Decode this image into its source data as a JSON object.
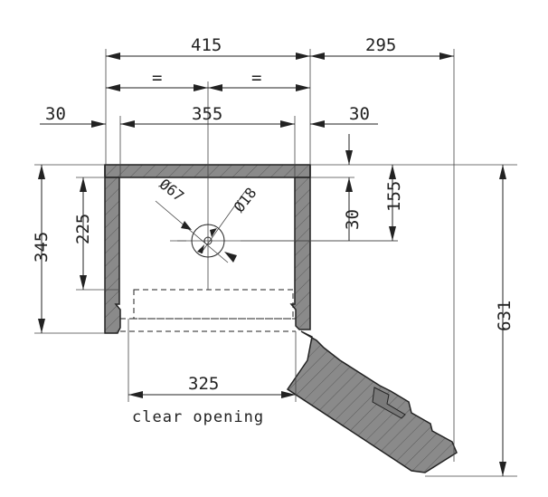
{
  "dimensions": {
    "overall_width": "415",
    "door_projection": "295",
    "half_left": "=",
    "half_right": "=",
    "wall_left": "30",
    "inner_width": "355",
    "wall_right": "30",
    "hole_large": "Ø67",
    "hole_small": "Ø18",
    "hole_offset": "30",
    "hole_from_top": "155",
    "hole_height": "225",
    "overall_height": "345",
    "total_height": "631",
    "opening_width": "325"
  },
  "labels": {
    "clear_opening": "clear opening"
  }
}
